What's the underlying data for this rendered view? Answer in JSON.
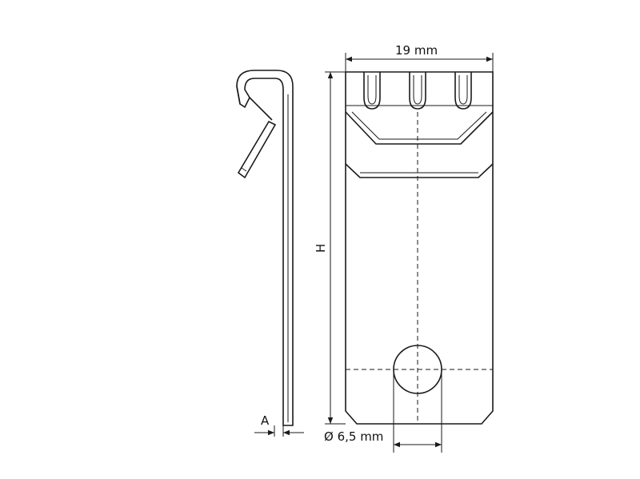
{
  "dimensions": {
    "width_label": "19 mm",
    "height_label": "H",
    "thickness_label": "A",
    "hole_label": "Ø 6,5 mm"
  }
}
